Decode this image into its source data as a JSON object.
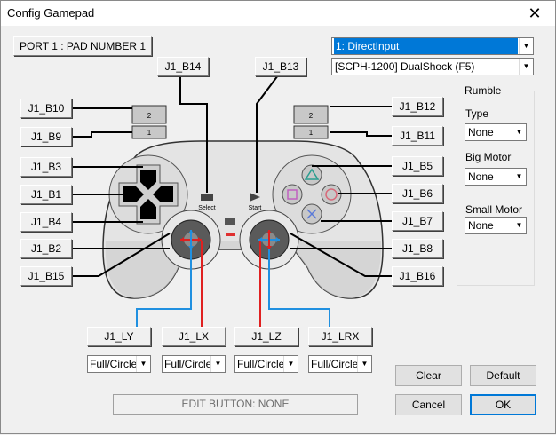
{
  "window": {
    "title": "Config Gamepad",
    "close_glyph": "✕"
  },
  "port_label": "PORT 1 : PAD NUMBER 1",
  "api_combo": {
    "value": "1: DirectInput"
  },
  "controller_combo": {
    "value": "[SCPH-1200] DualShock (F5)"
  },
  "buttons": {
    "b14": "J1_B14",
    "b13": "J1_B13",
    "b10": "J1_B10",
    "b9": "J1_B9",
    "b3": "J1_B3",
    "b1": "J1_B1",
    "b4": "J1_B4",
    "b2": "J1_B2",
    "b15": "J1_B15",
    "b12": "J1_B12",
    "b11": "J1_B11",
    "b5": "J1_B5",
    "b6": "J1_B6",
    "b7": "J1_B7",
    "b8": "J1_B8",
    "b16": "J1_B16",
    "ly": "J1_LY",
    "lx": "J1_LX",
    "lz": "J1_LZ",
    "lrx": "J1_LRX"
  },
  "axis_modes": [
    "Full/Circle",
    "Full/Circle",
    "Full/Circle",
    "Full/Circle"
  ],
  "pad_labels": {
    "select": "Select",
    "start": "Start",
    "l2": "2",
    "l1": "1",
    "r2": "2",
    "r1": "1"
  },
  "rumble": {
    "title": "Rumble",
    "type_label": "Type",
    "type_value": "None",
    "big_label": "Big Motor",
    "big_value": "None",
    "small_label": "Small Motor",
    "small_value": "None"
  },
  "status_text": "EDIT BUTTON: NONE",
  "actions": {
    "clear": "Clear",
    "default": "Default",
    "cancel": "Cancel",
    "ok": "OK"
  },
  "colors": {
    "x_axis": "#e02020",
    "y_axis": "#2090e0",
    "selection": "#0078d7"
  }
}
